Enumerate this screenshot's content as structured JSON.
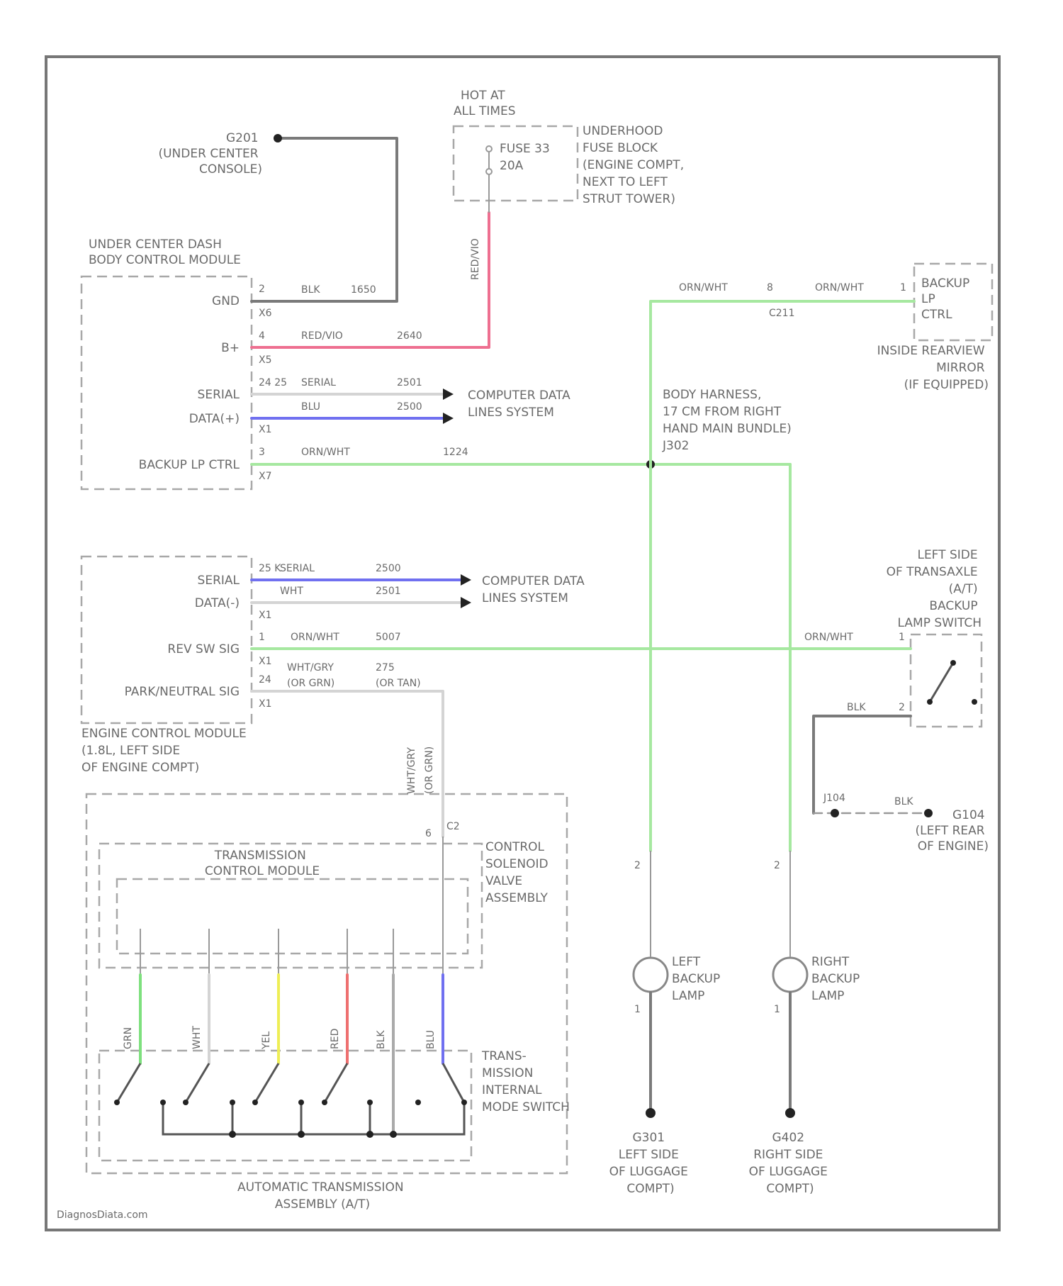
{
  "colors": {
    "blk": "#7a7a7a",
    "red_vio": "#ee6f90",
    "blu": "#7070f0",
    "orn_wht": "#a6e8a0",
    "wht": "#d4d4d4",
    "grn": "#7ee07e",
    "yel": "#eeee55",
    "red": "#ee7070",
    "frame": "#777777"
  },
  "labels": {
    "g201": [
      "G201",
      "(UNDER CENTER",
      "CONSOLE)"
    ],
    "hot": [
      "HOT AT",
      "ALL TIMES"
    ],
    "fuse": [
      "FUSE 33",
      "20A"
    ],
    "underhood": [
      "UNDERHOOD",
      "FUSE BLOCK",
      "(ENGINE COMPT,",
      "NEXT TO LEFT",
      "STRUT TOWER)"
    ],
    "bcm_title": [
      "UNDER CENTER DASH",
      "BODY CONTROL MODULE"
    ],
    "gnd": "GND",
    "bplus": "B+",
    "serial1": "SERIAL",
    "data1": "DATA(+)",
    "backup_ctrl": "BACKUP LP CTRL",
    "cds1": [
      "COMPUTER DATA",
      "LINES SYSTEM"
    ],
    "body_harness": [
      "BODY HARNESS,",
      "17 CM FROM RIGHT",
      "HAND MAIN BUNDLE)",
      "J302"
    ],
    "mirror_lp": [
      "BACKUP",
      "LP",
      "CTRL"
    ],
    "mirror": [
      "INSIDE REARVIEW",
      "MIRROR",
      "(IF EQUIPPED)"
    ],
    "serial2": "SERIAL",
    "data2": "DATA(-)",
    "rev": "REV SW SIG",
    "park": "PARK/NEUTRAL SIG",
    "ecm": [
      "ENGINE CONTROL MODULE",
      "(1.8L, LEFT SIDE",
      "OF ENGINE COMPT)"
    ],
    "cds2": [
      "COMPUTER DATA",
      "LINES SYSTEM"
    ],
    "lsw": [
      "LEFT SIDE",
      "OF TRANSAXLE",
      "(A/T)",
      "BACKUP",
      "LAMP SWITCH"
    ],
    "g104": [
      "G104",
      "(LEFT REAR",
      "OF ENGINE)"
    ],
    "tcm": [
      "TRANSMISSION",
      "CONTROL MODULE"
    ],
    "csv": [
      "CONTROL",
      "SOLENOID",
      "VALVE",
      "ASSEMBLY"
    ],
    "trans_sw": [
      "TRANS-",
      "MISSION",
      "INTERNAL",
      "MODE SWITCH"
    ],
    "ata": [
      "AUTOMATIC TRANSMISSION",
      "ASSEMBLY (A/T)"
    ],
    "llamp": [
      "LEFT",
      "BACKUP",
      "LAMP"
    ],
    "rlamp": [
      "RIGHT",
      "BACKUP",
      "LAMP"
    ],
    "g301": [
      "G301",
      "LEFT SIDE",
      "OF LUGGAGE",
      "COMPT)"
    ],
    "g402": [
      "G402",
      "RIGHT SIDE",
      "OF LUGGAGE",
      "COMPT)"
    ],
    "watermark": "DiagnosDiata.com"
  },
  "wires": {
    "blk1": "BLK",
    "c1650": "1650",
    "redvio": "RED/VIO",
    "c2640": "2640",
    "serial_txt": "SERIAL",
    "c2501": "2501",
    "blu1": "BLU",
    "c2500": "2500",
    "ornwht": "ORN/WHT",
    "c1224": "1224",
    "mir_orn": "ORN/WHT",
    "mir_orn2": "ORN/WHT",
    "ser2": "SERIAL",
    "c2500b": "2500",
    "wht": "WHT",
    "c2501b": "2501",
    "orn_rev": "ORN/WHT",
    "c5007": "5007",
    "wht_gry": "WHT/GRY",
    "c275": "275",
    "or_grn": "(OR GRN)",
    "or_tan": "(OR TAN)",
    "sw_orn": "ORN/WHT",
    "sw_blk": "BLK",
    "j104": "J104",
    "blk_gnd": "BLK"
  },
  "pins": {
    "p2": "2",
    "x6": "X6",
    "p4": "4",
    "x5": "X5",
    "p24_25": "24 25",
    "x1": "X1",
    "p3": "3",
    "x7": "X7",
    "p25b": "25 K",
    "x1b": "X1",
    "p1": "1",
    "x1c": "X1",
    "p24": "24",
    "x1d": "X1",
    "p8": "8",
    "p1m": "1",
    "c211": "C211",
    "p6": "6",
    "c2": "C2",
    "l2": "2",
    "l1": "1",
    "r2": "2",
    "r1": "1",
    "sw1": "1",
    "sw2": "2"
  },
  "switch_wires": [
    "GRN",
    "WHT",
    "YEL",
    "RED",
    "BLK",
    "BLU"
  ]
}
